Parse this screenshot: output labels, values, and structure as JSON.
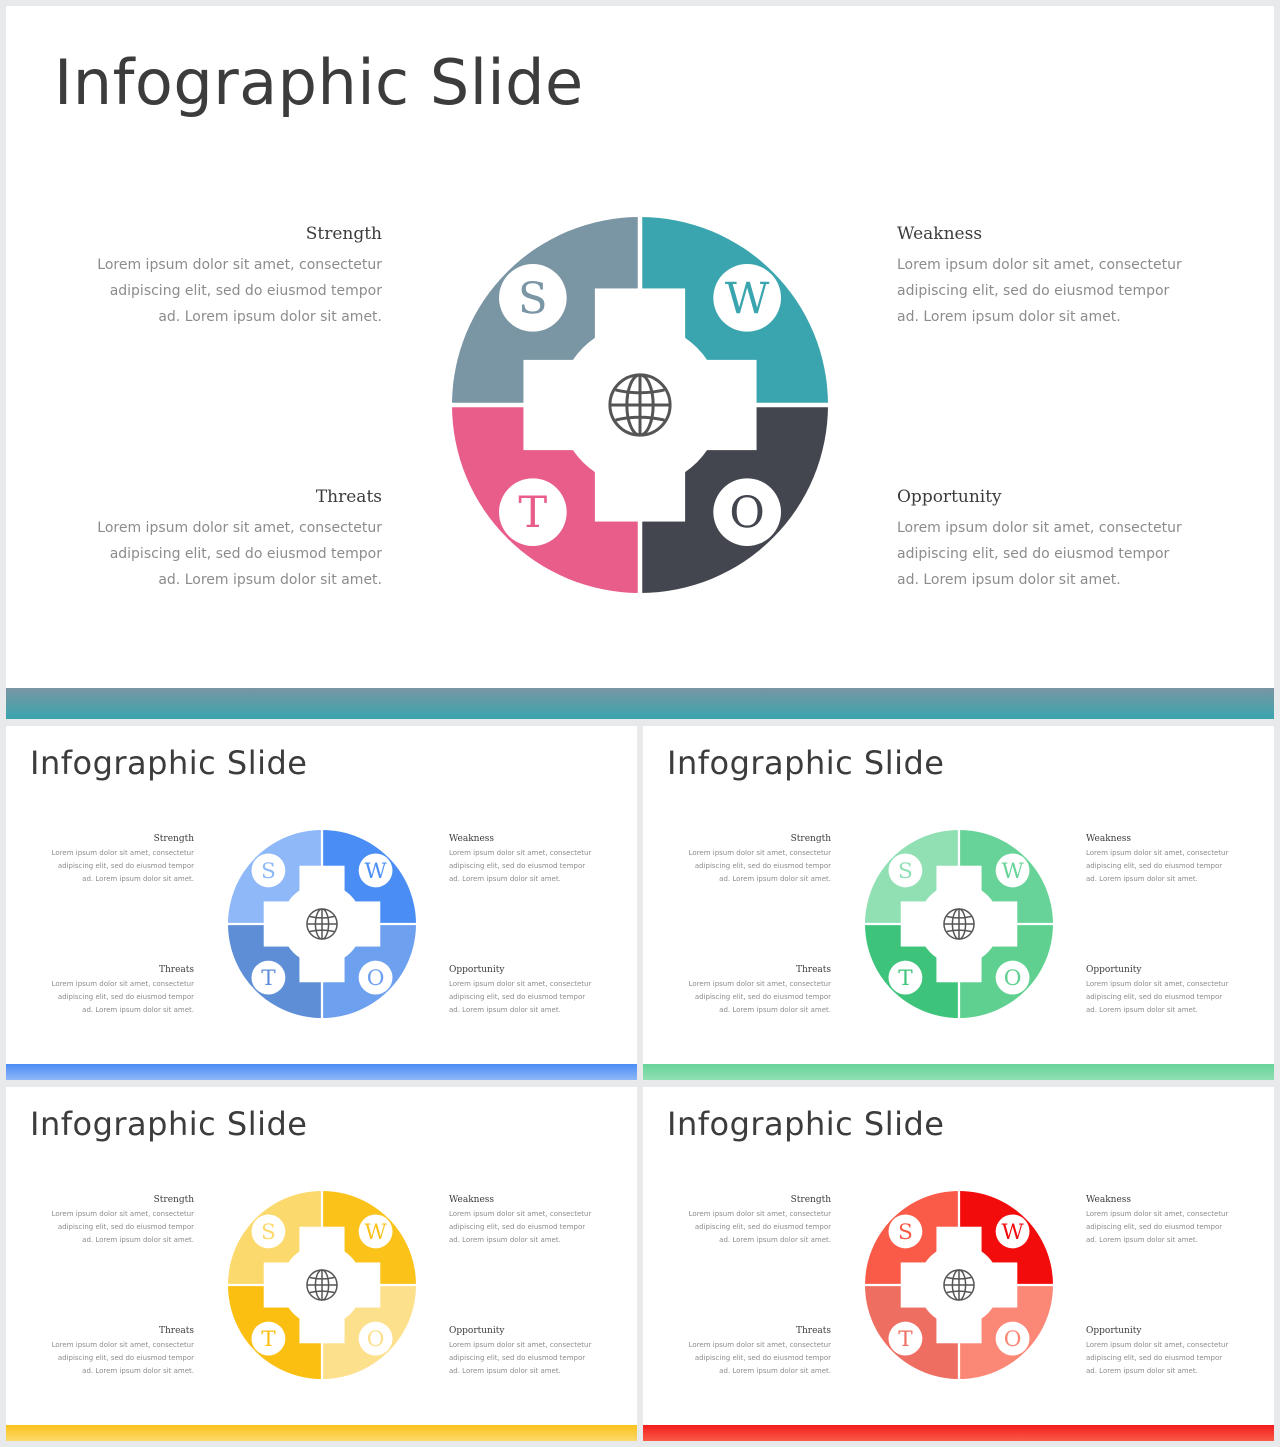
{
  "slides": [
    {
      "title": "Infographic Slide",
      "colors": {
        "S": "#7a95a3",
        "W": "#3aa5ae",
        "T": "#e85d89",
        "O": "#43464f",
        "letterS": "#7a95a3",
        "letterW": "#3aa5ae",
        "letterT": "#e85d89",
        "letterO": "#43464f",
        "bar1": "#7a95a3",
        "bar2": "#3aa5ae"
      },
      "items": {
        "strength": {
          "title": "Strength",
          "lines": [
            "Lorem ipsum dolor sit amet, consectetur",
            "adipiscing elit, sed do eiusmod tempor",
            "ad. Lorem ipsum dolor sit amet."
          ]
        },
        "weakness": {
          "title": "Weakness",
          "lines": [
            "Lorem ipsum dolor sit amet, consectetur",
            "adipiscing elit, sed do eiusmod tempor",
            "ad. Lorem ipsum dolor sit amet."
          ]
        },
        "threats": {
          "title": "Threats",
          "lines": [
            "Lorem ipsum dolor sit amet, consectetur",
            "adipiscing elit, sed do eiusmod tempor",
            "ad. Lorem ipsum dolor sit amet."
          ]
        },
        "opportunity": {
          "title": "Opportunity",
          "lines": [
            "Lorem ipsum dolor sit amet, consectetur",
            "adipiscing elit, sed do eiusmod tempor",
            "ad. Lorem ipsum dolor sit amet."
          ]
        }
      },
      "letters": {
        "S": "S",
        "W": "W",
        "T": "T",
        "O": "O"
      },
      "center_icon": "globe-icon"
    },
    {
      "title": "Infographic Slide",
      "colors": {
        "S": "#8fb8f8",
        "W": "#4a8df5",
        "T": "#5e8fd6",
        "O": "#6ea0f0",
        "letterS": "#8fb8f8",
        "letterW": "#4a8df5",
        "letterT": "#5e8fd6",
        "letterO": "#6ea0f0",
        "bar1": "#4a8df5",
        "bar2": "#8fb8f8"
      },
      "items": {
        "strength": {
          "title": "Strength",
          "lines": [
            "Lorem ipsum dolor sit amet, consectetur",
            "adipiscing elit, sed do eiusmod tempor",
            "ad. Lorem ipsum dolor sit amet."
          ]
        },
        "weakness": {
          "title": "Weakness",
          "lines": [
            "Lorem ipsum dolor sit amet, consectetur",
            "adipiscing elit, sed do eiusmod tempor",
            "ad. Lorem ipsum dolor sit amet."
          ]
        },
        "threats": {
          "title": "Threats",
          "lines": [
            "Lorem ipsum dolor sit amet, consectetur",
            "adipiscing elit, sed do eiusmod tempor",
            "ad. Lorem ipsum dolor sit amet."
          ]
        },
        "opportunity": {
          "title": "Opportunity",
          "lines": [
            "Lorem ipsum dolor sit amet, consectetur",
            "adipiscing elit, sed do eiusmod tempor",
            "ad. Lorem ipsum dolor sit amet."
          ]
        }
      },
      "letters": {
        "S": "S",
        "W": "W",
        "T": "T",
        "O": "O"
      },
      "center_icon": "globe-icon"
    },
    {
      "title": "Infographic Slide",
      "colors": {
        "S": "#90e0b4",
        "W": "#68d398",
        "T": "#3ec47a",
        "O": "#5fd08f",
        "letterS": "#90e0b4",
        "letterW": "#68d398",
        "letterT": "#3ec47a",
        "letterO": "#5fd08f",
        "bar1": "#68d398",
        "bar2": "#90e0b4"
      },
      "items": {
        "strength": {
          "title": "Strength",
          "lines": [
            "Lorem ipsum dolor sit amet, consectetur",
            "adipiscing elit, sed do eiusmod tempor",
            "ad. Lorem ipsum dolor sit amet."
          ]
        },
        "weakness": {
          "title": "Weakness",
          "lines": [
            "Lorem ipsum dolor sit amet, consectetur",
            "adipiscing elit, sed do eiusmod tempor",
            "ad. Lorem ipsum dolor sit amet."
          ]
        },
        "threats": {
          "title": "Threats",
          "lines": [
            "Lorem ipsum dolor sit amet, consectetur",
            "adipiscing elit, sed do eiusmod tempor",
            "ad. Lorem ipsum dolor sit amet."
          ]
        },
        "opportunity": {
          "title": "Opportunity",
          "lines": [
            "Lorem ipsum dolor sit amet, consectetur",
            "adipiscing elit, sed do eiusmod tempor",
            "ad. Lorem ipsum dolor sit amet."
          ]
        }
      },
      "letters": {
        "S": "S",
        "W": "W",
        "T": "T",
        "O": "O"
      },
      "center_icon": "globe-icon"
    },
    {
      "title": "Infographic Slide",
      "colors": {
        "S": "#fcd96c",
        "W": "#fbc21a",
        "T": "#fbbf12",
        "O": "#fde08c",
        "letterS": "#fcd96c",
        "letterW": "#fbc21a",
        "letterT": "#fbbf12",
        "letterO": "#fde08c",
        "bar1": "#fbc21a",
        "bar2": "#fcd96c"
      },
      "items": {
        "strength": {
          "title": "Strength",
          "lines": [
            "Lorem ipsum dolor sit amet, consectetur",
            "adipiscing elit, sed do eiusmod tempor",
            "ad. Lorem ipsum dolor sit amet."
          ]
        },
        "weakness": {
          "title": "Weakness",
          "lines": [
            "Lorem ipsum dolor sit amet, consectetur",
            "adipiscing elit, sed do eiusmod tempor",
            "ad. Lorem ipsum dolor sit amet."
          ]
        },
        "threats": {
          "title": "Threats",
          "lines": [
            "Lorem ipsum dolor sit amet, consectetur",
            "adipiscing elit, sed do eiusmod tempor",
            "ad. Lorem ipsum dolor sit amet."
          ]
        },
        "opportunity": {
          "title": "Opportunity",
          "lines": [
            "Lorem ipsum dolor sit amet, consectetur",
            "adipiscing elit, sed do eiusmod tempor",
            "ad. Lorem ipsum dolor sit amet."
          ]
        }
      },
      "letters": {
        "S": "S",
        "W": "W",
        "T": "T",
        "O": "O"
      },
      "center_icon": "globe-icon"
    },
    {
      "title": "Infographic Slide",
      "colors": {
        "S": "#fa5b48",
        "W": "#f20c0c",
        "T": "#ee6f62",
        "O": "#fb8876",
        "letterS": "#fa5b48",
        "letterW": "#f20c0c",
        "letterT": "#ee6f62",
        "letterO": "#fb8876",
        "bar1": "#f21c1c",
        "bar2": "#fa5b48"
      },
      "items": {
        "strength": {
          "title": "Strength",
          "lines": [
            "Lorem ipsum dolor sit amet, consectetur",
            "adipiscing elit, sed do eiusmod tempor",
            "ad. Lorem ipsum dolor sit amet."
          ]
        },
        "weakness": {
          "title": "Weakness",
          "lines": [
            "Lorem ipsum dolor sit amet, consectetur",
            "adipiscing elit, sed do eiusmod tempor",
            "ad. Lorem ipsum dolor sit amet."
          ]
        },
        "threats": {
          "title": "Threats",
          "lines": [
            "Lorem ipsum dolor sit amet, consectetur",
            "adipiscing elit, sed do eiusmod tempor",
            "ad. Lorem ipsum dolor sit amet."
          ]
        },
        "opportunity": {
          "title": "Opportunity",
          "lines": [
            "Lorem ipsum dolor sit amet, consectetur",
            "adipiscing elit, sed do eiusmod tempor",
            "ad. Lorem ipsum dolor sit amet."
          ]
        }
      },
      "letters": {
        "S": "S",
        "W": "W",
        "T": "T",
        "O": "O"
      },
      "center_icon": "globe-icon"
    }
  ]
}
